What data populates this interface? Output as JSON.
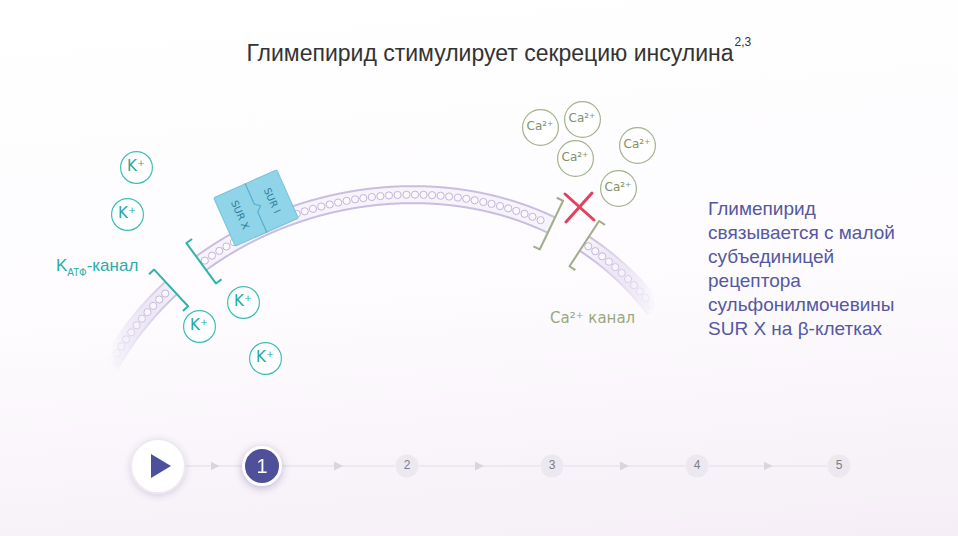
{
  "diagram": {
    "title": "Глимепирид стимулирует секрецию инсулина",
    "nodes": [
      {
        "text": [
          "K⁺"
        ]
      },
      {
        "text": [
          "K⁺"
        ]
      },
      {
        "text": [
          "K⁺"
        ]
      },
      {
        "text": [
          "K⁺"
        ]
      },
      {
        "text": [
          "K⁺"
        ]
      },
      {
        "text": [
          "SUR X",
          "SUR I"
        ]
      },
      {
        "text": [
          "Ca²⁺"
        ]
      },
      {
        "text": [
          "Ca²⁺"
        ]
      },
      {
        "text": [
          "Ca²⁺"
        ]
      },
      {
        "text": [
          "Ca²⁺"
        ]
      },
      {
        "text": [
          "Ca²⁺"
        ]
      },
      {
        "text": [
          "1"
        ]
      },
      {
        "text": [
          "2"
        ]
      },
      {
        "text": [
          "3"
        ]
      },
      {
        "text": [
          "4"
        ]
      },
      {
        "text": [
          "5"
        ]
      }
    ],
    "edges": [
      {
        "from": 11,
        "to": 12,
        "arrow": "to"
      },
      {
        "from": 12,
        "to": 13,
        "arrow": "to"
      },
      {
        "from": 13,
        "to": 14,
        "arrow": "to"
      },
      {
        "from": 14,
        "to": 15,
        "arrow": "to"
      }
    ],
    "labels": [
      "2,3",
      "K",
      "АТФ",
      "-канал",
      "Ca²⁺ канал",
      "Глимепирид связывается с малой субъединицей рецептора сульфонилмочевины SUR X на β-клетках"
    ]
  }
}
